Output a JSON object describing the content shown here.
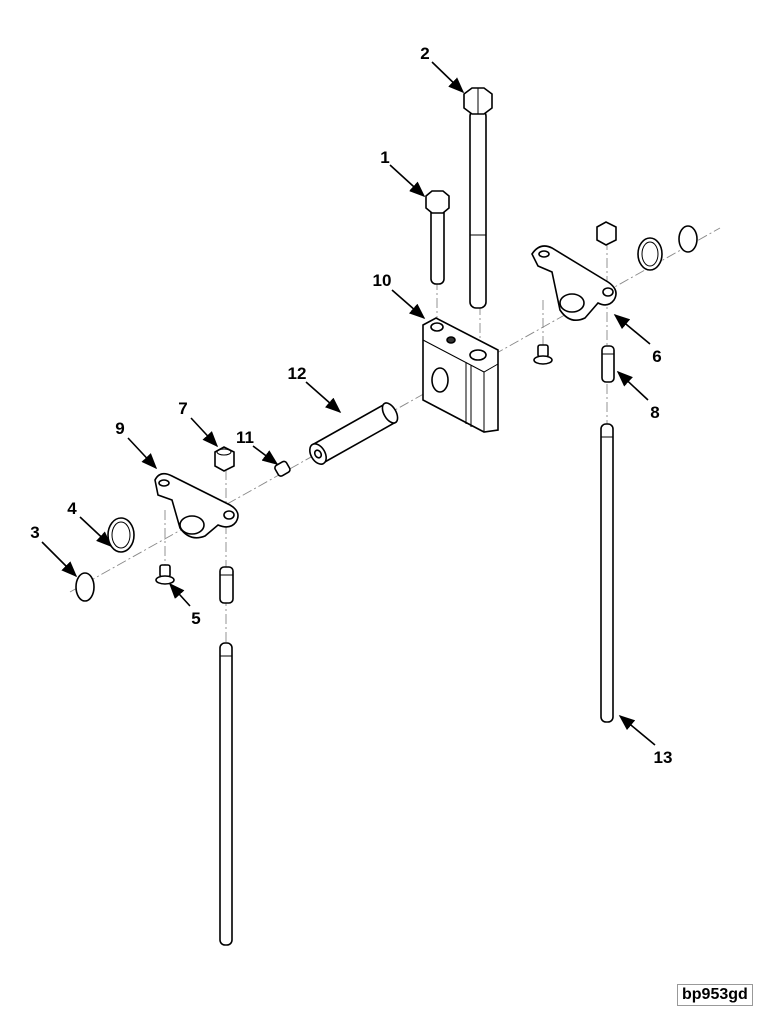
{
  "figure_id": "bp953gd",
  "callouts": {
    "c1": "1",
    "c2": "2",
    "c3": "3",
    "c4": "4",
    "c5": "5",
    "c6": "6",
    "c7": "7",
    "c8": "8",
    "c9": "9",
    "c10": "10",
    "c11": "11",
    "c12": "12",
    "c13": "13"
  }
}
